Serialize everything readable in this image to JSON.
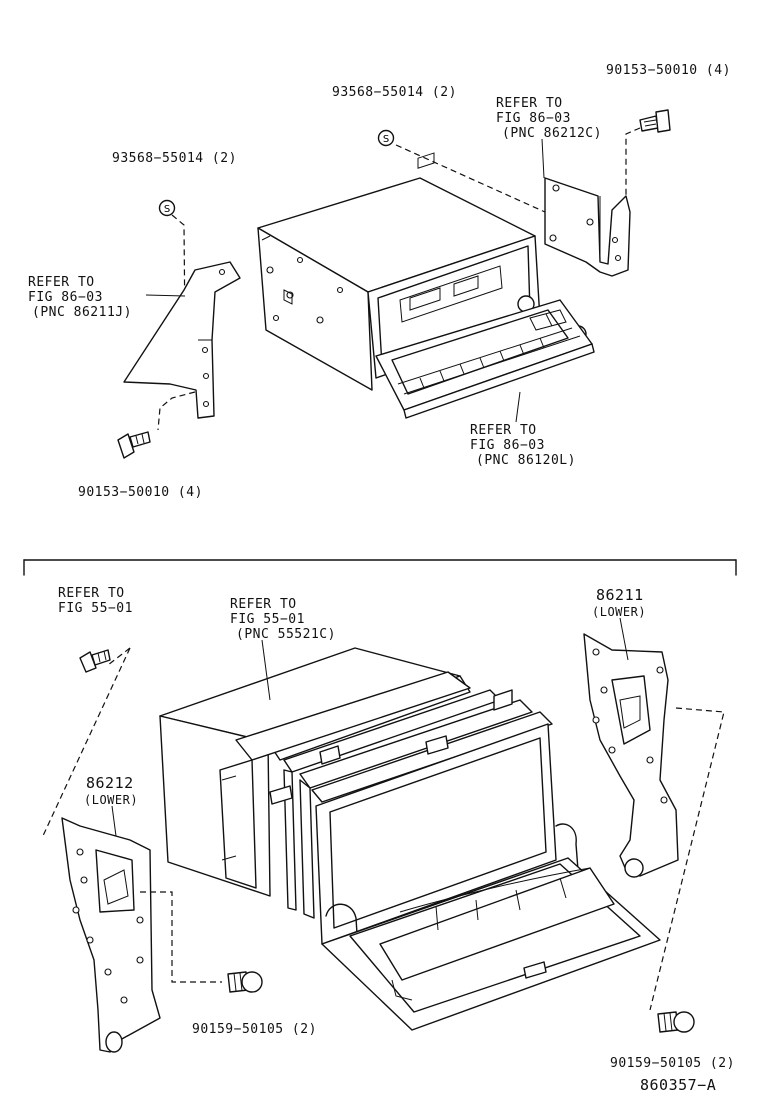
{
  "top_section": {
    "label_93568_right": "93568−55014 (2)",
    "label_90153_right": "90153−50010 (4)",
    "refer_right_line1": "REFER TO",
    "refer_right_line2": "FIG 86−03",
    "refer_right_line3": "(PNC 86212C)",
    "label_93568_left": "93568−55014 (2)",
    "refer_left_line1": "REFER TO",
    "refer_left_line2": "FIG 86−03",
    "refer_left_line3": "(PNC 86211J)",
    "refer_bottom_line1": "REFER TO",
    "refer_bottom_line2": "FIG 86−03",
    "refer_bottom_line3": "(PNC 86120L)",
    "label_90153_left": "90153−50010 (4)"
  },
  "bottom_section": {
    "refer_topleft_line1": "REFER TO",
    "refer_topleft_line2": "FIG 55−01",
    "refer_center_line1": "REFER TO",
    "refer_center_line2": "FIG 55−01",
    "refer_center_line3": "(PNC 55521C)",
    "part_86211": "86211",
    "part_86211_sub": "(LOWER)",
    "part_86212": "86212",
    "part_86212_sub": "(LOWER)",
    "label_90159_left": "90159−50105 (2)",
    "label_90159_right": "90159−50105 (2)",
    "figure_code": "860357−A"
  }
}
